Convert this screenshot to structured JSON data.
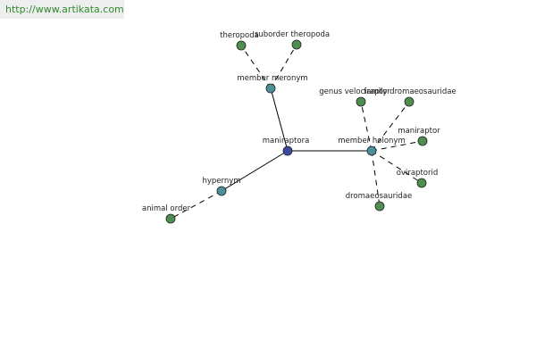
{
  "header": {
    "url": "http://www.artikata.com"
  },
  "colors": {
    "root": "#3b4aa0",
    "relation": "#4d8f99",
    "leaf": "#4f8e4f"
  },
  "nodes": [
    {
      "id": "maniraptora",
      "label": "maniraptora",
      "kind": "root"
    },
    {
      "id": "member-meronym",
      "label": "member meronym",
      "kind": "relation"
    },
    {
      "id": "member-holonym",
      "label": "member holonym",
      "kind": "relation"
    },
    {
      "id": "hypernym",
      "label": "hypernym",
      "kind": "relation"
    },
    {
      "id": "theropoda",
      "label": "theropoda",
      "kind": "leaf"
    },
    {
      "id": "suborder-theropoda",
      "label": "suborder theropoda",
      "kind": "leaf"
    },
    {
      "id": "genus-velociraptor",
      "label": "genus velociraptor",
      "kind": "leaf"
    },
    {
      "id": "family-dromaeosauridae",
      "label": "family dromaeosauridae",
      "kind": "leaf"
    },
    {
      "id": "maniraptor",
      "label": "maniraptor",
      "kind": "leaf"
    },
    {
      "id": "oviraptorid",
      "label": "oviraptorid",
      "kind": "leaf"
    },
    {
      "id": "dromaeosauridae",
      "label": "dromaeosauridae",
      "kind": "leaf"
    },
    {
      "id": "animal-order",
      "label": "animal order",
      "kind": "leaf"
    }
  ],
  "edges": [
    {
      "from": "maniraptora",
      "to": "member-meronym",
      "style": "solid"
    },
    {
      "from": "maniraptora",
      "to": "member-holonym",
      "style": "solid"
    },
    {
      "from": "maniraptora",
      "to": "hypernym",
      "style": "solid"
    },
    {
      "from": "member-meronym",
      "to": "theropoda",
      "style": "dashed"
    },
    {
      "from": "member-meronym",
      "to": "suborder-theropoda",
      "style": "dashed"
    },
    {
      "from": "member-holonym",
      "to": "genus-velociraptor",
      "style": "dashed"
    },
    {
      "from": "member-holonym",
      "to": "family-dromaeosauridae",
      "style": "dashed"
    },
    {
      "from": "member-holonym",
      "to": "maniraptor",
      "style": "dashed"
    },
    {
      "from": "member-holonym",
      "to": "oviraptorid",
      "style": "dashed"
    },
    {
      "from": "member-holonym",
      "to": "dromaeosauridae",
      "style": "dashed"
    },
    {
      "from": "hypernym",
      "to": "animal-order",
      "style": "dashed"
    }
  ]
}
